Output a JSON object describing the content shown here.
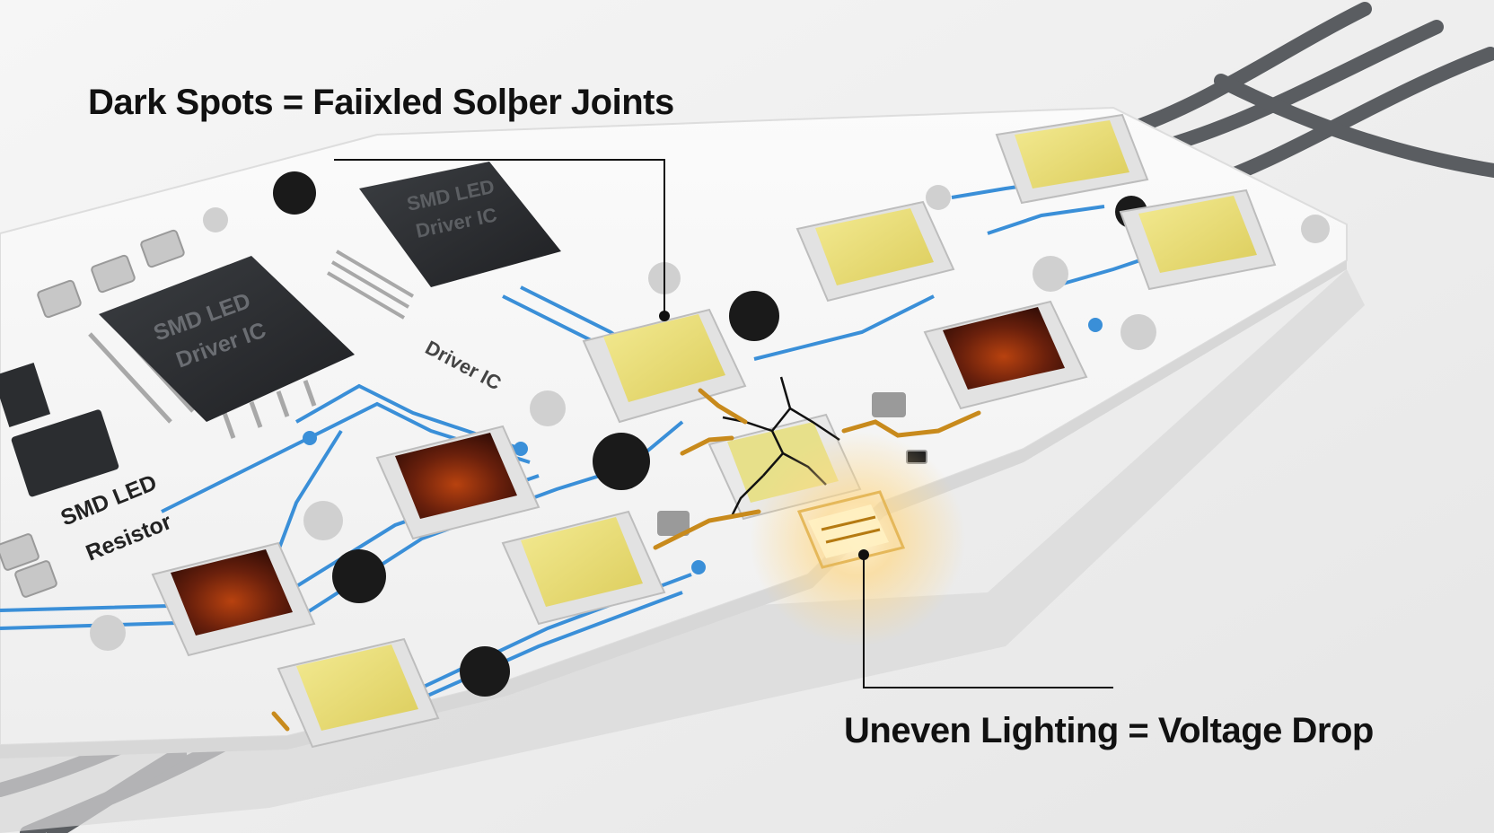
{
  "annotations": {
    "top_label": "Dark Spots = Faiixled Solþer Joints",
    "bottom_label": "Uneven Lighting = Voltage Drop"
  },
  "components": {
    "main_ic_line1": "SMD LED",
    "main_ic_line2": "Driver IC",
    "rear_ic_line1": "SMD LED",
    "rear_ic_line2": "Driver IC",
    "driver_ic_label": "Driver IC",
    "resistor_label_line1": "SMD LED",
    "resistor_label_line2": "Resistor"
  },
  "colors": {
    "background": "#efefef",
    "board": "#f7f7f7",
    "trace": "#3a8fd8",
    "led_ok": "#ece07a",
    "led_dark": "#5a1a0c",
    "ic_body": "#2b2d30",
    "copper_wire": "#c88a1c",
    "glow": "#ffd98a",
    "cable": "#55585c"
  }
}
